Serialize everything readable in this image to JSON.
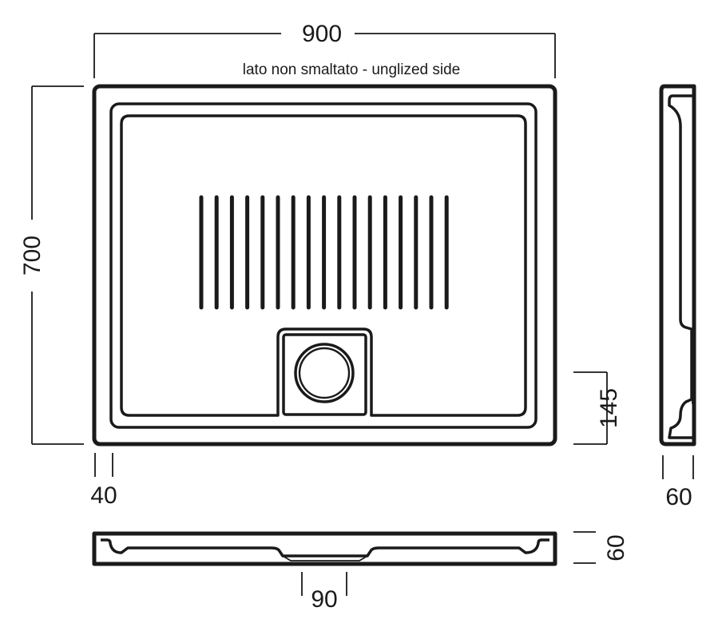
{
  "drawing": {
    "colors": {
      "line": "#1a1a1a",
      "background": "#ffffff"
    },
    "dimensions": {
      "width": "900",
      "height": "700",
      "rim": "40",
      "drain_offset": "145",
      "side_depth": "60",
      "front_depth": "60",
      "drain_width": "90"
    },
    "note": "lato non smaltato - unglized side",
    "slot_count": 17
  }
}
